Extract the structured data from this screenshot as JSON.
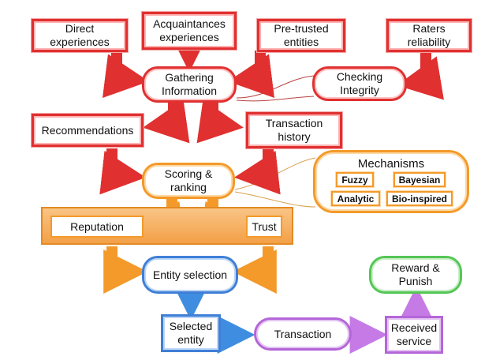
{
  "nodes": {
    "direct": "Direct experiences",
    "acquaintances": "Acquaintances experiences",
    "pretrusted": "Pre-trusted entities",
    "raters": "Raters reliability",
    "gathering": "Gathering Information",
    "checking": "Checking Integrity",
    "recommendations": "Recommendations",
    "transaction_history": "Transaction history",
    "scoring": "Scoring & ranking",
    "reputation": "Reputation",
    "trust": "Trust",
    "entity_selection": "Entity selection",
    "selected_entity": "Selected entity",
    "transaction": "Transaction",
    "received_service": "Received service",
    "reward": "Reward & Punish"
  },
  "mechanisms": {
    "title": "Mechanisms",
    "items": [
      "Fuzzy",
      "Bayesian",
      "Analytic",
      "Bio-inspired"
    ]
  },
  "colors": {
    "red": "#e03030",
    "orange": "#f39a2a",
    "blue": "#3f7fd6",
    "purple": "#b466d8",
    "green": "#55c655"
  }
}
